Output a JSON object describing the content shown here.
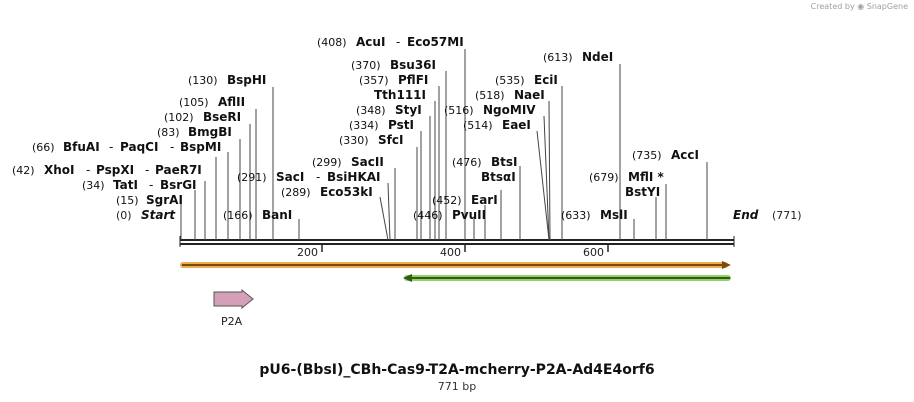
{
  "watermark": {
    "prefix": "Created by",
    "brand": "SnapGene"
  },
  "title": "pU6-(BbsI)_CBh-Cas9-T2A-mcherry-P2A-Ad4E4orf6",
  "length_label": "771 bp",
  "sequence_length": 771,
  "ticks": [
    {
      "pos": 200,
      "label": "200"
    },
    {
      "pos": 400,
      "label": "400"
    },
    {
      "pos": 600,
      "label": "600"
    }
  ],
  "ends": {
    "start_label": "Start",
    "start_num": "(0)",
    "end_label": "End",
    "end_num": "(771)"
  },
  "sites": [
    {
      "pos": "(15)",
      "names": [
        "SgrAI"
      ]
    },
    {
      "pos": "(34)",
      "names": [
        "TatI",
        "BsrGI"
      ]
    },
    {
      "pos": "(42)",
      "names": [
        "XhoI",
        "PspXI",
        "PaeR7I"
      ]
    },
    {
      "pos": "(66)",
      "names": [
        "BfuAI",
        "PaqCI",
        "BspMI"
      ]
    },
    {
      "pos": "(83)",
      "names": [
        "BmgBI"
      ]
    },
    {
      "pos": "(102)",
      "names": [
        "BseRI"
      ]
    },
    {
      "pos": "(105)",
      "names": [
        "AflII"
      ]
    },
    {
      "pos": "(130)",
      "names": [
        "BspHI"
      ]
    },
    {
      "pos": "(166)",
      "names": [
        "BanI"
      ]
    },
    {
      "pos": "(291)",
      "names": [
        "SacI",
        "BsiHKAI"
      ]
    },
    {
      "pos": "(289)",
      "names": [
        "Eco53kI"
      ]
    },
    {
      "pos": "(299)",
      "names": [
        "SacII"
      ]
    },
    {
      "pos": "(330)",
      "names": [
        "SfcI"
      ]
    },
    {
      "pos": "(334)",
      "names": [
        "PstI"
      ]
    },
    {
      "pos": "(348)",
      "names": [
        "StyI"
      ]
    },
    {
      "pos": "",
      "names": [
        "Tth111I"
      ]
    },
    {
      "pos": "(357)",
      "names": [
        "PflFI"
      ]
    },
    {
      "pos": "(370)",
      "names": [
        "Bsu36I"
      ]
    },
    {
      "pos": "(408)",
      "names": [
        "AcuI",
        "Eco57MI"
      ]
    },
    {
      "pos": "(446)",
      "names": [
        "PvuII"
      ]
    },
    {
      "pos": "(452)",
      "names": [
        "EarI"
      ]
    },
    {
      "pos": "",
      "names": [
        "BtsαI"
      ]
    },
    {
      "pos": "(476)",
      "names": [
        "BtsI"
      ]
    },
    {
      "pos": "(514)",
      "names": [
        "EaeI"
      ]
    },
    {
      "pos": "(516)",
      "names": [
        "NgoMIV"
      ]
    },
    {
      "pos": "(518)",
      "names": [
        "NaeI"
      ]
    },
    {
      "pos": "(535)",
      "names": [
        "EciI"
      ]
    },
    {
      "pos": "(613)",
      "names": [
        "NdeI"
      ]
    },
    {
      "pos": "(633)",
      "names": [
        "MslI"
      ]
    },
    {
      "pos": "",
      "names": [
        "BstYI"
      ]
    },
    {
      "pos": "(679)",
      "names": [
        "MflI *"
      ]
    },
    {
      "pos": "(735)",
      "names": [
        "AccI"
      ]
    }
  ],
  "features": [
    {
      "name": "",
      "direction": "forward",
      "color": "#e8a43a",
      "start": 1,
      "end": 771
    },
    {
      "name": "",
      "direction": "reverse",
      "color": "#7ec850",
      "start": 315,
      "end": 771
    },
    {
      "name": "P2A",
      "direction": "forward",
      "color": "#d4a0b8",
      "start": 46,
      "end": 102
    }
  ],
  "colors": {
    "backbone": "#222222",
    "site_line": "#444444",
    "label": "#111111"
  }
}
